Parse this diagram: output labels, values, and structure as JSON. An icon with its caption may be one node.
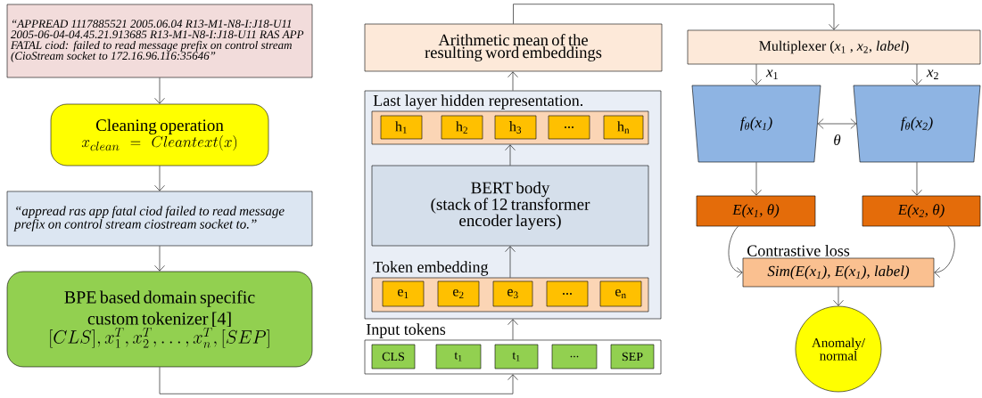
{
  "diagram": {
    "nodes": [
      {
        "text": [
          "“APPREAD 1117885521 2005.06.04 R13-M1-N8-I:J18-U11 2005-06-04-04.45.21.913685 R13-M1-N8-I:J18-U11 RAS APP FATAL ciod: failed to read message prefix on control stream (CioStream socket to 172.16.96.116:35646”"
        ]
      },
      {
        "text": [
          "Cleaning operation",
          "x_{clean} = Cleantext(x)"
        ]
      },
      {
        "text": [
          "“appread ras app fatal ciod failed to read message prefix on control stream ciostream socket to.”"
        ]
      },
      {
        "text": [
          "BPE based domain specific custom tokenizer [4]",
          "[CLS],x_{1}^{T},x_{2}^{T},\\ldots,x_{n}^{T},[SEP]"
        ]
      },
      {
        "text": [
          "Arithmetic mean of the resulting word embeddings"
        ]
      },
      {
        "text": [],
        "shape": "box"
      },
      {
        "text": [
          "Last layer hidden representation."
        ],
        "in": 5
      },
      {
        "text": [
          "h$_{1}$"
        ],
        "in": 6
      },
      {
        "text": [
          "h$_{2}$"
        ],
        "in": 6
      },
      {
        "text": [
          "h$_{3}$"
        ],
        "in": 6
      },
      {
        "text": [
          "..."
        ],
        "in": 6
      },
      {
        "text": [
          "h$_{n}$"
        ],
        "in": 6
      },
      {
        "text": [
          "BERT body",
          "(stack of 12 transformer encoder layers)"
        ],
        "in": 5
      },
      {
        "text": [
          "Token embedding"
        ],
        "in": 5
      },
      {
        "text": [
          "e$_{1}$"
        ],
        "in": 13
      },
      {
        "text": [
          "e$_{2}$"
        ],
        "in": 13
      },
      {
        "text": [
          "e$_{3}$"
        ],
        "in": 13
      },
      {
        "text": [
          "..."
        ],
        "in": 13
      },
      {
        "text": [
          "e$_{n}$"
        ],
        "in": 13
      },
      {
        "text": [
          "Input tokens"
        ]
      },
      {
        "text": [
          "CLS"
        ],
        "in": 19
      },
      {
        "text": [
          "t$_{1}$"
        ],
        "in": 19
      },
      {
        "text": [
          "t$_{1}$"
        ],
        "in": 19
      },
      {
        "text": [
          "..."
        ],
        "in": 19
      },
      {
        "text": [
          "SEP"
        ],
        "in": 19
      },
      {
        "text": [
          "Multiplexer (*x*$_{1}$ , *x*$_{2}$, *label*)"
        ]
      },
      {
        "text": [
          "f$_{θ}$(x$_{1}$)"
        ]
      },
      {
        "text": [
          "f$_{θ}$(x$_{2}$)"
        ]
      },
      {
        "text": [
          "E(x$_{1}$, θ)"
        ]
      },
      {
        "text": [
          "E(x$_{2}$, θ)"
        ]
      },
      {
        "text": [
          "Contrastive loss",
          "Sim(E(x$_{1}$), E(x$_{1}$), label)"
        ]
      },
      {
        "text": [
          "Anomaly/ normal"
        ]
      }
    ],
    "edges": [
      {
        "from": 0,
        "to": 1,
        "arrow": "to"
      },
      {
        "from": 1,
        "to": 2,
        "arrow": "to"
      },
      {
        "from": 2,
        "to": 3,
        "arrow": "to"
      },
      {
        "from": 3,
        "to": 19,
        "arrow": "to"
      },
      {
        "from": 19,
        "to": 5,
        "arrow": "to"
      },
      {
        "from": 13,
        "to": 12,
        "arrow": "to"
      },
      {
        "from": 12,
        "to": 6,
        "arrow": "to"
      },
      {
        "from": 5,
        "to": 4,
        "arrow": "to"
      },
      {
        "from": 4,
        "to": 25,
        "arrow": "to"
      },
      {
        "from": 25,
        "to": 26,
        "arrow": "to",
        "label": "*x*$_{1}$"
      },
      {
        "from": 25,
        "to": 27,
        "arrow": "to",
        "label": "*x*$_{2}$"
      },
      {
        "from": 26,
        "to": 27,
        "arrow": "both",
        "label": "*θ*"
      },
      {
        "from": 26,
        "to": 28,
        "arrow": "to"
      },
      {
        "from": 27,
        "to": 29,
        "arrow": "to"
      },
      {
        "from": 28,
        "to": 30,
        "arrow": "to"
      },
      {
        "from": 29,
        "to": 30,
        "arrow": "to"
      },
      {
        "from": 30,
        "to": 31,
        "arrow": "to"
      }
    ]
  }
}
